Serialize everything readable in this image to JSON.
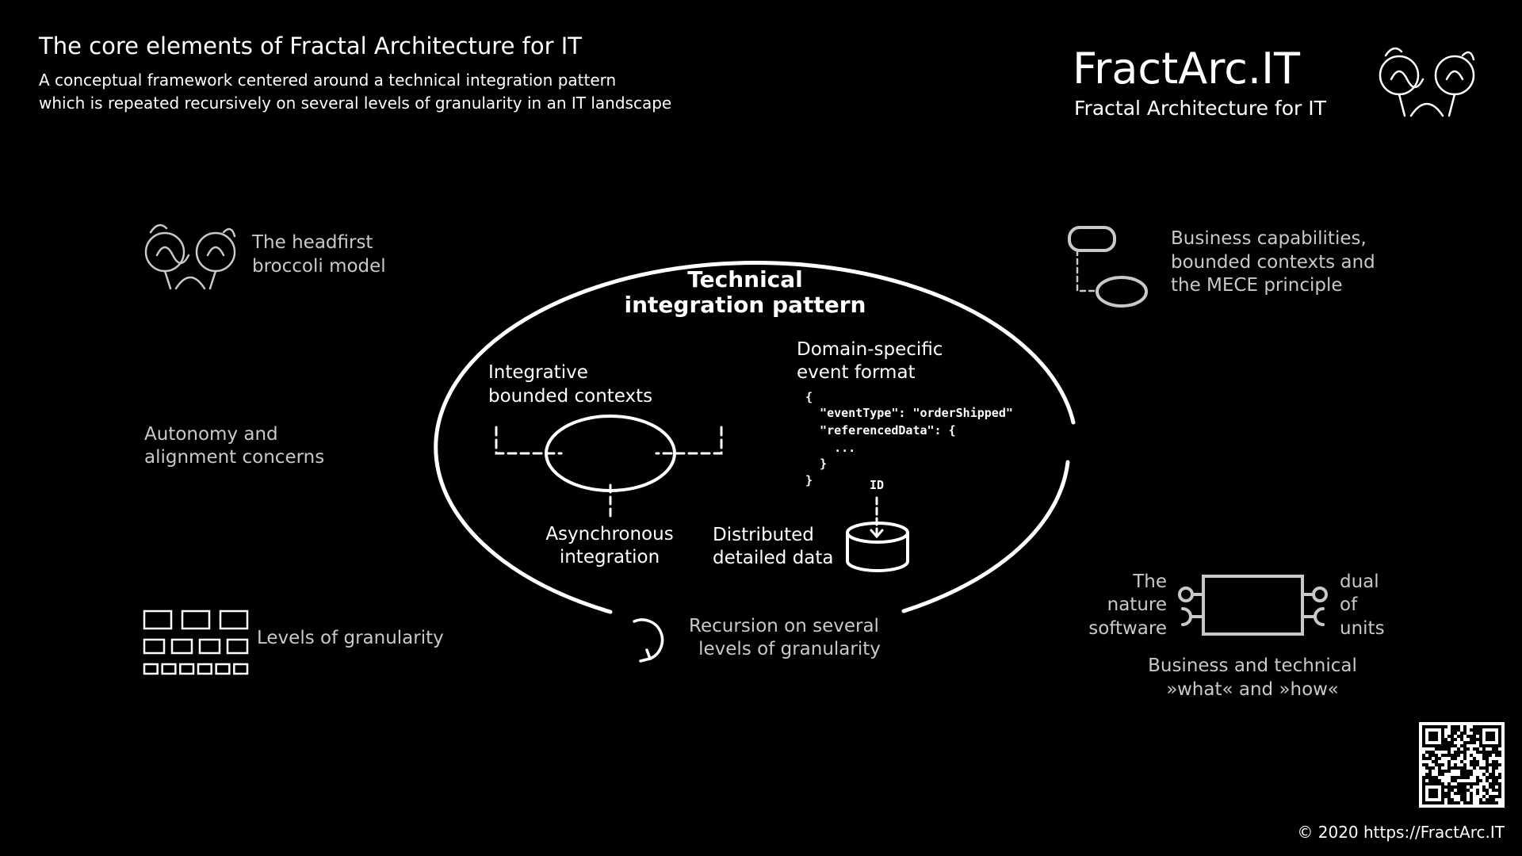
{
  "header": {
    "title": "The core elements of Fractal Architecture for IT",
    "subtitle_line1": "A conceptual framework centered around a technical integration pattern",
    "subtitle_line2": "which is repeated recursively on several levels of granularity in an IT landscape"
  },
  "brand": {
    "name": "FractArc.IT",
    "tagline": "Fractal Architecture for IT",
    "logo_icon": "broccoli-icon"
  },
  "center": {
    "title_line1": "Technical",
    "title_line2": "integration pattern",
    "integrative_line1": "Integrative",
    "integrative_line2": "bounded contexts",
    "async_line1": "Asynchronous",
    "async_line2": "integration",
    "event_line1": "Domain-specific",
    "event_line2": "event format",
    "code": [
      "{",
      "  \"eventType\": \"orderShipped\"",
      "  \"referencedData\": {",
      "    ...",
      "  }",
      "}"
    ],
    "id_label": "ID",
    "data_line1": "Distributed",
    "data_line2": "detailed data",
    "recursion_line1": "Recursion on several",
    "recursion_line2": "levels of granularity"
  },
  "left": {
    "broccoli_line1": "The headfirst",
    "broccoli_line2": "broccoli model",
    "autonomy_line1": "Autonomy and",
    "autonomy_line2": "alignment concerns",
    "levels": "Levels of granularity"
  },
  "right": {
    "capabilities_line1": "Business capabilities,",
    "capabilities_line2": "bounded contexts and",
    "capabilities_line3": "the MECE principle",
    "dual_left": [
      "The",
      "nature",
      "software"
    ],
    "dual_right": [
      "dual",
      "of",
      "units"
    ],
    "business_line1": "Business and technical",
    "business_line2": "»what« and »how«"
  },
  "footer": {
    "copyright": "© 2020 https://FractArc.IT",
    "qr_icon": "qr-code"
  },
  "colors": {
    "background": "#000000",
    "primary": "#ffffff",
    "secondary": "#c9c9c9"
  }
}
